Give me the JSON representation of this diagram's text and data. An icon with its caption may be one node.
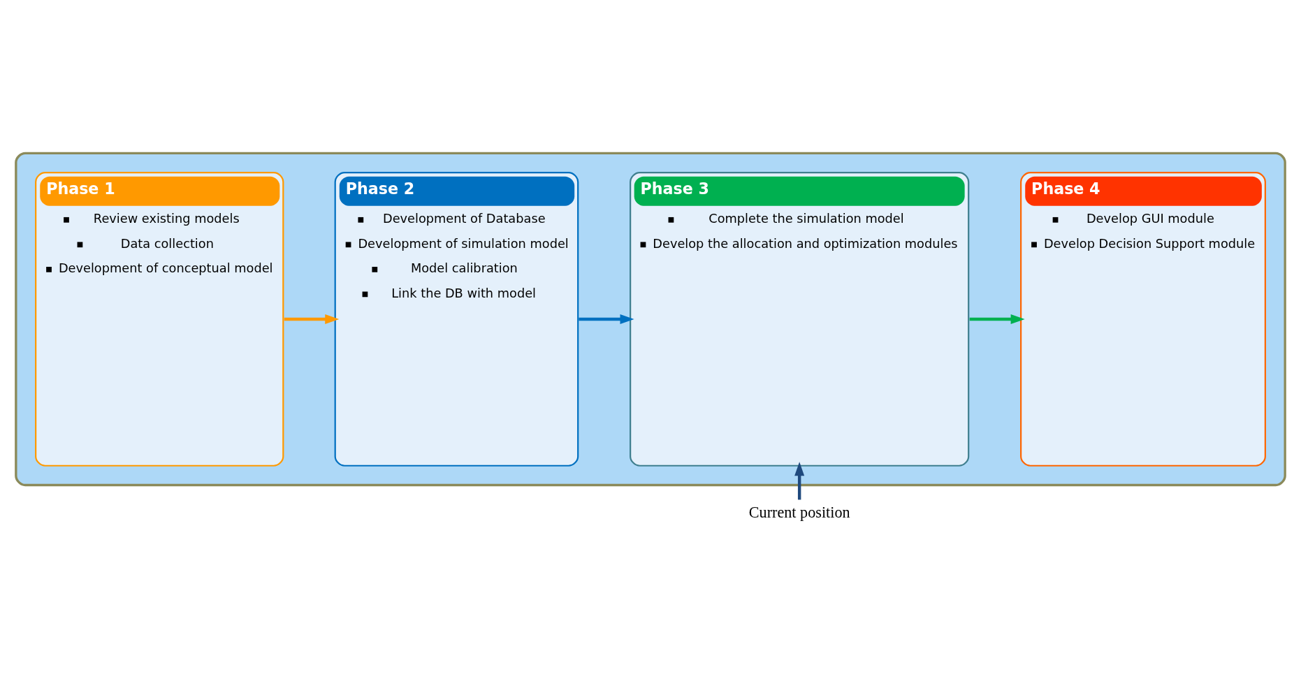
{
  "diagram": {
    "nodes": [
      {
        "text": [],
        "shape": "box"
      },
      {
        "text": [
          "Phase 1",
          "Review existing models",
          "Data collection",
          "Development of conceptual model"
        ],
        "in": 0
      },
      {
        "text": [
          "Phase 2",
          "Development of Database",
          "Development of simulation model",
          "Model calibration",
          "Link the DB with model"
        ],
        "in": 0
      },
      {
        "text": [
          "Phase 3",
          "Complete the simulation model",
          "Develop the allocation and optimization modules"
        ],
        "in": 0
      },
      {
        "text": [
          "Phase 4",
          "Develop GUI module",
          "Develop Decision Support module"
        ],
        "in": 0
      },
      {
        "text": [
          "Current position"
        ]
      }
    ],
    "edges": [
      {
        "from": 1,
        "to": 2,
        "arrow": "to",
        "color": "#ff9900"
      },
      {
        "from": 2,
        "to": 3,
        "arrow": "to",
        "color": "#0070c0"
      },
      {
        "from": 3,
        "to": 4,
        "arrow": "to",
        "color": "#00b050"
      },
      {
        "from": 5,
        "to": 3,
        "arrow": "to",
        "color": "#1f497d"
      }
    ]
  }
}
